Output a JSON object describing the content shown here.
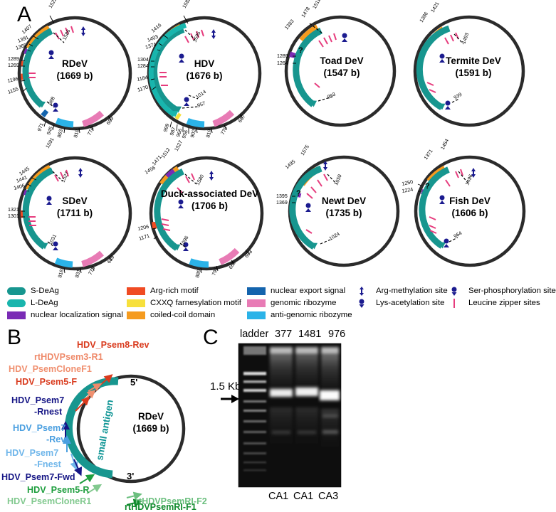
{
  "panels": {
    "a": "A",
    "b": "B",
    "c": "C"
  },
  "colors": {
    "s_deag": "#17968f",
    "l_deag": "#19b5ad",
    "nls": "#7a2bb5",
    "arg_rich": "#f04b23",
    "cxxq": "#f7e03c",
    "coiled": "#f59b1f",
    "nes": "#1464ad",
    "genomic_ribozyme": "#e87bb5",
    "antigenomic_ribozyme": "#2bb3e8",
    "methylation": "#1b1b8f",
    "leucine": "#e63c7d",
    "ring": "#2b2b2b"
  },
  "genomes": [
    {
      "name": "RDeV",
      "size": "(1669 b)",
      "features": [
        {
          "type": "coiled",
          "label": "coiled-coil domain",
          "numbers": [
            "1523",
            "1407"
          ]
        },
        {
          "type": "nls",
          "label": "nuclear localization signal",
          "numbers": [
            "1391",
            "1365"
          ]
        },
        {
          "type": "arg_rich",
          "label": "Arg-rich motif",
          "numbers": [
            "1289",
            "1269"
          ]
        },
        {
          "type": "arg_rich",
          "label": "Arg-rich motif",
          "numbers": [
            "1196",
            "1155"
          ]
        },
        {
          "type": "nes",
          "label": "nuclear export signal",
          "numbers": [
            "971",
            "945"
          ]
        },
        {
          "type": "antigenomic_ribozyme",
          "label": "anti-genomic ribozyme",
          "numbers": [
            "863",
            "818"
          ]
        },
        {
          "type": "genomic_ribozyme",
          "label": "genomic ribozyme",
          "numbers": [
            "774",
            "689"
          ]
        },
        {
          "type": "s_deag",
          "label": "S-DeAg",
          "numbers": [
            "1586",
            "988"
          ]
        }
      ]
    },
    {
      "name": "HDV",
      "size": "(1676 b)",
      "features": [
        {
          "type": "coiled",
          "label": "coiled-coil domain",
          "numbers": [
            "1582",
            "1416"
          ]
        },
        {
          "type": "nls",
          "label": "nuclear localization signal",
          "numbers": [
            "1403",
            "1374"
          ]
        },
        {
          "type": "arg_rich",
          "label": "Arg-rich motif",
          "numbers": [
            "1304",
            "1284"
          ]
        },
        {
          "type": "arg_rich",
          "label": "Arg-rich motif",
          "numbers": [
            "1184",
            "1170"
          ]
        },
        {
          "type": "nes",
          "label": "nuclear export signal",
          "numbers": [
            "999",
            "987"
          ]
        },
        {
          "type": "cxxq",
          "label": "CXXQ farnesylation motif",
          "numbers": [
            "966",
            "956"
          ]
        },
        {
          "type": "antigenomic_ribozyme",
          "label": "anti-genomic ribozyme",
          "numbers": [
            "902",
            "819"
          ]
        },
        {
          "type": "genomic_ribozyme",
          "label": "genomic ribozyme",
          "numbers": [
            "770",
            "687"
          ]
        },
        {
          "type": "s_deag",
          "label": "S-DeAg",
          "numbers": [
            "1595",
            "1014"
          ]
        },
        {
          "type": "l_deag",
          "label": "L-DeAg",
          "numbers": [
            "957"
          ]
        }
      ]
    },
    {
      "name": "Toad DeV",
      "size": "(1547 b)",
      "features": [
        {
          "type": "coiled",
          "label": "coiled-coil domain",
          "numbers": [
            "1511",
            "1478",
            "1383"
          ]
        },
        {
          "type": "nls",
          "label": "nuclear localization signal",
          "numbers": [
            "1289",
            "1264"
          ]
        },
        {
          "type": "s_deag",
          "label": "S-DeAg",
          "numbers": [
            "993"
          ]
        }
      ],
      "question_mark": true
    },
    {
      "name": "Termite DeV",
      "size": "(1591 b)",
      "features": [
        {
          "type": "coiled",
          "label": "coiled-coil domain",
          "numbers": [
            "1421",
            "1386"
          ]
        },
        {
          "type": "s_deag",
          "label": "S-DeAg",
          "numbers": [
            "1493",
            "939"
          ]
        }
      ]
    },
    {
      "name": "SDeV",
      "size": "(1711 b)",
      "features": [
        {
          "type": "coiled",
          "label": "coiled-coil domain",
          "numbers": [
            "1591",
            "1445"
          ]
        },
        {
          "type": "nls",
          "label": "nuclear localization signal",
          "numbers": [
            "1441",
            "1406"
          ]
        },
        {
          "type": "arg_rich",
          "label": "Arg-rich motif",
          "numbers": [
            "1321",
            "1301"
          ]
        },
        {
          "type": "antigenomic_ribozyme",
          "label": "anti-genomic ribozyme",
          "numbers": [
            "818",
            "831"
          ]
        },
        {
          "type": "genomic_ribozyme",
          "label": "genomic ribozyme",
          "numbers": [
            "775",
            "689"
          ]
        },
        {
          "type": "s_deag",
          "label": "S-DeAg",
          "numbers": [
            "1527",
            "1031"
          ]
        }
      ]
    },
    {
      "name": "Duck-associated DeV",
      "size": "(1706 b)",
      "features": [
        {
          "type": "coiled",
          "label": "coiled-coil domain",
          "numbers": [
            "1527",
            "1512",
            "1471",
            "1456"
          ]
        },
        {
          "type": "arg_rich",
          "label": "Arg-rich motif",
          "numbers": [
            "1206",
            "1171"
          ]
        },
        {
          "type": "antigenomic_ribozyme",
          "label": "anti-genomic ribozyme",
          "numbers": [
            "889",
            "795"
          ]
        },
        {
          "type": "genomic_ribozyme",
          "label": "genomic ribozyme",
          "numbers": [
            "698",
            "665"
          ]
        },
        {
          "type": "s_deag",
          "label": "S-DeAg",
          "numbers": [
            "1580",
            "1096"
          ]
        }
      ]
    },
    {
      "name": "Newt DeV",
      "size": "(1735 b)",
      "features": [
        {
          "type": "coiled",
          "label": "coiled-coil domain",
          "numbers": [
            "1575",
            "1495"
          ]
        },
        {
          "type": "nls",
          "label": "nuclear localization signal",
          "numbers": [
            "1395",
            "1369"
          ]
        },
        {
          "type": "s_deag",
          "label": "S-DeAg",
          "numbers": [
            "1659",
            "1024"
          ]
        }
      ],
      "question_mark": true
    },
    {
      "name": "Fish DeV",
      "size": "(1606 b)",
      "features": [
        {
          "type": "coiled",
          "label": "coiled-coil domain",
          "numbers": [
            "1454",
            "1371"
          ]
        },
        {
          "type": "nls",
          "label": "nuclear localization signal",
          "numbers": [
            "1250",
            "1224"
          ]
        },
        {
          "type": "s_deag",
          "label": "S-DeAg",
          "numbers": [
            "1496",
            "964"
          ]
        }
      ],
      "question_mark": true
    }
  ],
  "legend": {
    "column1": [
      {
        "icon": "s-deag-swatch",
        "label": "S-DeAg",
        "color": "#17968f",
        "shape": "round"
      },
      {
        "icon": "l-deag-swatch",
        "label": "L-DeAg",
        "color": "#19b5ad",
        "shape": "round"
      },
      {
        "icon": "nls-swatch",
        "label": "nuclear localization signal",
        "color": "#7a2bb5",
        "shape": "rect"
      }
    ],
    "column2": [
      {
        "icon": "arg-rich-swatch",
        "label": "Arg-rich motif",
        "color": "#f04b23",
        "shape": "rect"
      },
      {
        "icon": "cxxq-swatch",
        "label": "CXXQ farnesylation motif",
        "color": "#f7e03c",
        "shape": "rect"
      },
      {
        "icon": "coiled-coil-swatch",
        "label": "coiled-coil domain",
        "color": "#f59b1f",
        "shape": "rect"
      }
    ],
    "column3": [
      {
        "icon": "nes-swatch",
        "label": "nuclear export signal",
        "color": "#1464ad",
        "shape": "rect"
      },
      {
        "icon": "genomic-ribozyme-swatch",
        "label": "genomic ribozyme",
        "color": "#e87bb5",
        "shape": "rect"
      },
      {
        "icon": "antigenomic-ribozyme-swatch",
        "label": "anti-genomic ribozyme",
        "color": "#2bb3e8",
        "shape": "rect"
      }
    ],
    "column4": [
      {
        "icon": "arg-methylation-icon",
        "label": "Arg-methylation site",
        "color": "#1b1b8f"
      },
      {
        "icon": "lys-acetylation-icon",
        "label": "Lys-acetylation site",
        "color": "#1b1b8f"
      }
    ],
    "column5": [
      {
        "icon": "ser-phosphorylation-icon",
        "label": "Ser-phosphorylation site",
        "color": "#1b1b8f"
      },
      {
        "icon": "leucine-zipper-icon",
        "label": "Leucine zipper sites",
        "color": "#e63c7d"
      }
    ]
  },
  "panel_b": {
    "genome_name": "RDeV",
    "genome_size": "(1669 b)",
    "arc_label": "small antigen",
    "end_5": "5'",
    "end_3": "3'",
    "primers": [
      {
        "label": "HDV_Psem8-Rev",
        "color": "#d93b1e"
      },
      {
        "label": "rtHDVPsem3-R1",
        "color": "#ef8a6a"
      },
      {
        "label": "HDV_PsemCloneF1",
        "color": "#f09070"
      },
      {
        "label": "HDV_Psem5-F",
        "color": "#d93b1e"
      },
      {
        "label": "HDV_Psem7",
        "color": "#151585"
      },
      {
        "label": "-Rnest",
        "color": "#151585"
      },
      {
        "label": "HDV_Psem7",
        "color": "#4a9fe0"
      },
      {
        "label": "-Rev",
        "color": "#4a9fe0"
      },
      {
        "label": "HDV_Psem7",
        "color": "#6fb6ea"
      },
      {
        "label": "-Fnest",
        "color": "#6fb6ea"
      },
      {
        "label": "HDV_Psem7-Fwd",
        "color": "#151585"
      },
      {
        "label": "HDV_Psem5-R",
        "color": "#1e9e3e"
      },
      {
        "label": "HDV_PsemCloneR1",
        "color": "#82c98f"
      },
      {
        "label": "rtHDVPsemRI-F2",
        "color": "#6cbf7f"
      },
      {
        "label": "rtHDVPsemRI-F1",
        "color": "#0f8a2c"
      }
    ]
  },
  "panel_c": {
    "lane_headers": [
      "ladder",
      "377",
      "1481",
      "976"
    ],
    "lane_footers": [
      "CA1",
      "CA1",
      "CA3"
    ],
    "marker_label": "1.5 Kb"
  }
}
